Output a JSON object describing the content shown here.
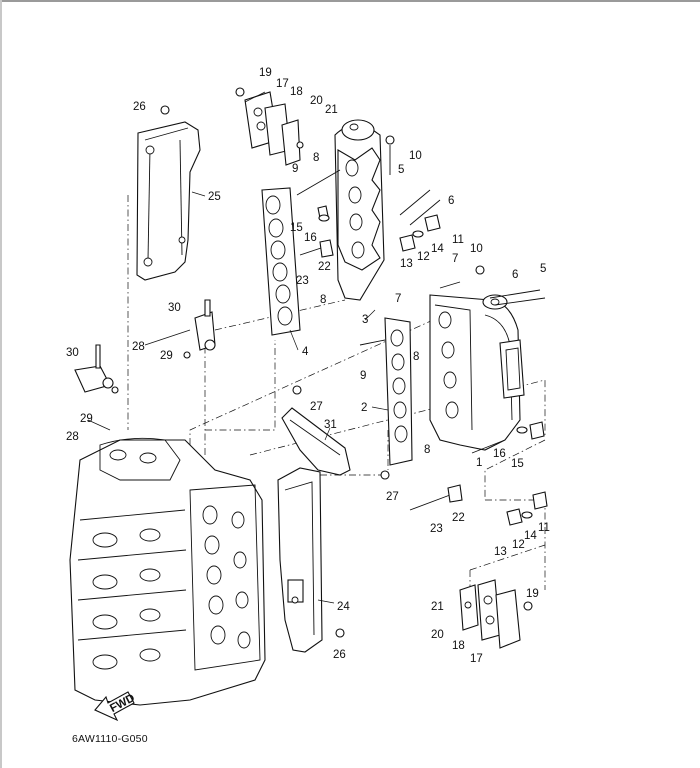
{
  "diagram_code": "6AW1110-G050",
  "fwd_label": "FWD",
  "callouts": {
    "c1": "1",
    "c2": "2",
    "c3": "3",
    "c4": "4",
    "c5a": "5",
    "c5b": "5",
    "c6a": "6",
    "c6b": "6",
    "c7a": "7",
    "c7b": "7",
    "c8a": "8",
    "c8b": "8",
    "c8c": "8",
    "c8d": "8",
    "c9a": "9",
    "c9b": "9",
    "c10a": "10",
    "c10b": "10",
    "c11a": "11",
    "c11b": "11",
    "c12a": "12",
    "c12b": "12",
    "c13a": "13",
    "c13b": "13",
    "c14a": "14",
    "c14b": "14",
    "c15a": "15",
    "c15b": "15",
    "c16a": "16",
    "c16b": "16",
    "c17a": "17",
    "c17b": "17",
    "c18a": "18",
    "c18b": "18",
    "c19a": "19",
    "c19b": "19",
    "c20a": "20",
    "c20b": "20",
    "c21a": "21",
    "c21b": "21",
    "c22a": "22",
    "c22b": "22",
    "c23a": "23",
    "c23b": "23",
    "c24": "24",
    "c25": "25",
    "c26a": "26",
    "c26b": "26",
    "c27a": "27",
    "c27b": "27",
    "c28a": "28",
    "c28b": "28",
    "c29a": "29",
    "c29b": "29",
    "c30a": "30",
    "c30b": "30",
    "c31": "31"
  }
}
